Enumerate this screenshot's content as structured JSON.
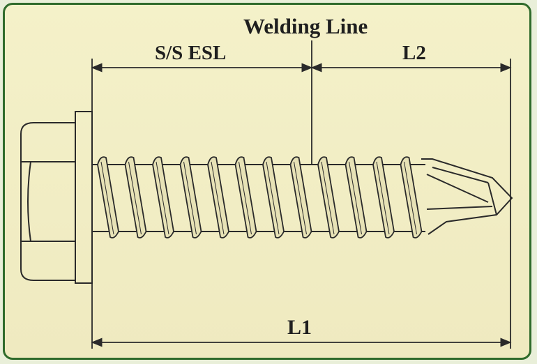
{
  "diagram": {
    "welding_line_label": "Welding Line",
    "ss_esl_label": "S/S ESL",
    "l2_label": "L2",
    "l1_label": "L1"
  },
  "colors": {
    "background": "#f3efc6",
    "border": "#2f6b2b",
    "line": "#2a2a2a"
  }
}
